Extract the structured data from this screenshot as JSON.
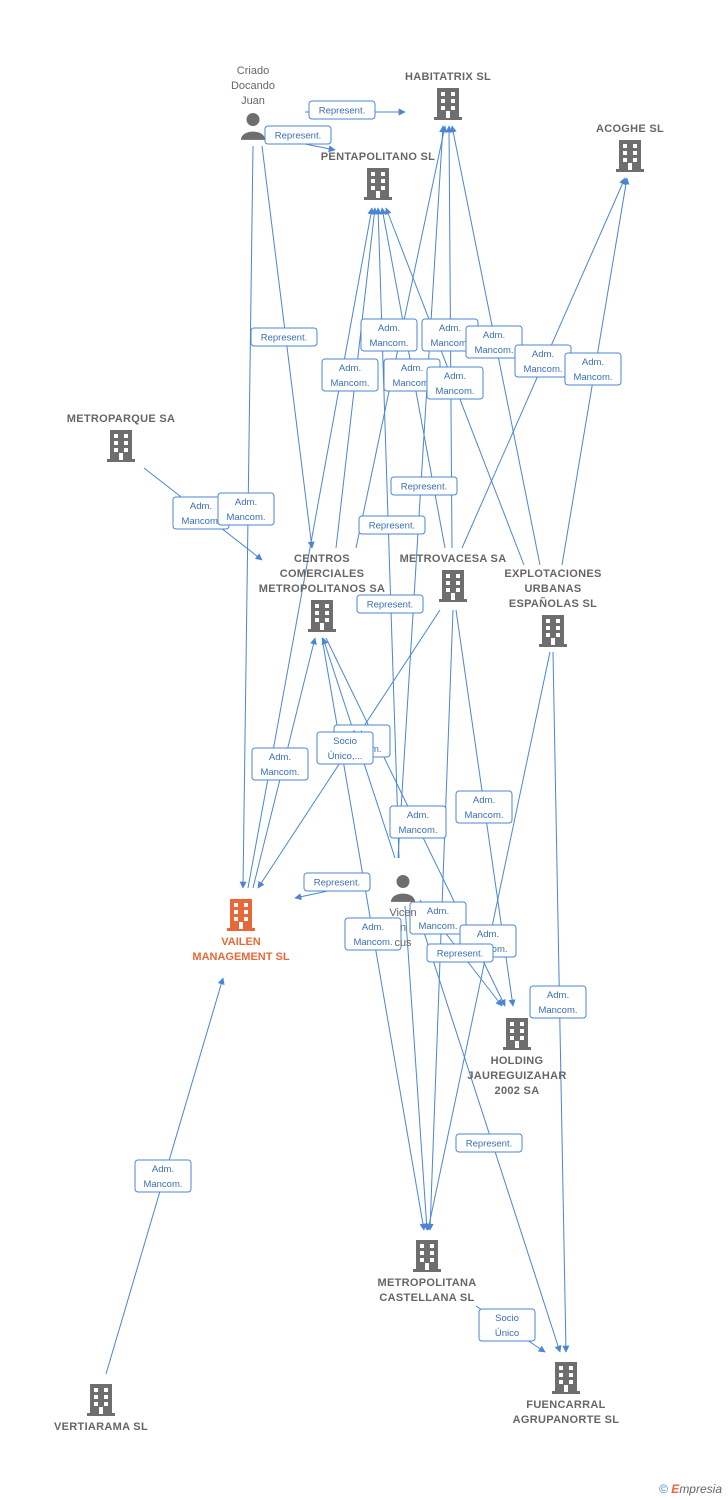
{
  "colors": {
    "edge": "#4a86d4",
    "company": "#6e6e6e",
    "focus": "#e8683a",
    "label": "#666666"
  },
  "nodes": [
    {
      "id": "criado",
      "type": "person",
      "label": [
        "Criado",
        "Docando",
        "Juan"
      ]
    },
    {
      "id": "habitatrix",
      "type": "company",
      "label": [
        "HABITATRIX SL"
      ]
    },
    {
      "id": "acoghe",
      "type": "company",
      "label": [
        "ACOGHE SL"
      ]
    },
    {
      "id": "pentapolitano",
      "type": "company",
      "label": [
        "PENTAPOLITANO SL"
      ]
    },
    {
      "id": "metroparque",
      "type": "company",
      "label": [
        "METROPARQUE SA"
      ]
    },
    {
      "id": "centros",
      "type": "company",
      "label": [
        "CENTROS",
        "COMERCIALES",
        "METROPOLITANOS SA"
      ]
    },
    {
      "id": "metrovacesa",
      "type": "company",
      "label": [
        "METROVACESA SA"
      ]
    },
    {
      "id": "explotaciones",
      "type": "company",
      "label": [
        "EXPLOTACIONES",
        "URBANAS",
        "ESPAÑOLAS SL"
      ]
    },
    {
      "id": "vailen",
      "type": "focus",
      "label": [
        "VAILEN",
        "MANAGEMENT SL"
      ]
    },
    {
      "id": "vicente",
      "type": "person",
      "label": [
        "Vicen",
        "n",
        "cus"
      ]
    },
    {
      "id": "holding",
      "type": "company",
      "label": [
        "HOLDING",
        "JAUREGUIZAHAR",
        "2002 SA"
      ]
    },
    {
      "id": "metropolitana",
      "type": "company",
      "label": [
        "METROPOLITANA",
        "CASTELLANA SL"
      ]
    },
    {
      "id": "fuencarral",
      "type": "company",
      "label": [
        "FUENCARRAL",
        "AGRUPANORTE SL"
      ]
    },
    {
      "id": "vertiarama",
      "type": "company",
      "label": [
        "VERTIARAMA SL"
      ]
    }
  ],
  "edge_labels": [
    [
      "Represent."
    ],
    [
      "Represent."
    ],
    [
      "Represent."
    ],
    [
      "Adm.",
      "Mancom."
    ],
    [
      "Adm.",
      "Mancom."
    ],
    [
      "Adm.",
      "Mancom."
    ],
    [
      "Adm.",
      "Mancom."
    ],
    [
      "Adm.",
      "Mancom."
    ],
    [
      "Adm.",
      "Mancom."
    ],
    [
      "Adm.",
      "Mancom."
    ],
    [
      "Adm.",
      "Mancom."
    ],
    [
      "Adm.",
      "Mancom."
    ],
    [
      "Adm.",
      "Mancom."
    ],
    [
      "Represent."
    ],
    [
      "Represent."
    ],
    [
      "Represent."
    ],
    [
      "Adm.",
      "Mancom."
    ],
    [
      "Adm.",
      "Mancom."
    ],
    [
      "Represent."
    ],
    [
      "Socio",
      "Único,..."
    ],
    [
      "Adm.",
      "Mancom."
    ],
    [
      "Adm.",
      "Mancom."
    ],
    [
      "Represent."
    ],
    [
      "Adm.",
      "Mancom."
    ],
    [
      "Adm.",
      "Mancom."
    ],
    [
      "Adm.",
      "Mancom."
    ],
    [
      "Represent."
    ],
    [
      "Adm.",
      "Mancom."
    ],
    [
      "Represent."
    ],
    [
      "Adm.",
      "Mancom."
    ],
    [
      "Socio",
      "Único"
    ],
    [
      "Adm.",
      "Mancom."
    ],
    [
      "Adm.",
      "Mancom."
    ]
  ],
  "footer": {
    "copyright_symbol": "©",
    "brand_initial": "E",
    "brand_rest": "mpresia"
  }
}
